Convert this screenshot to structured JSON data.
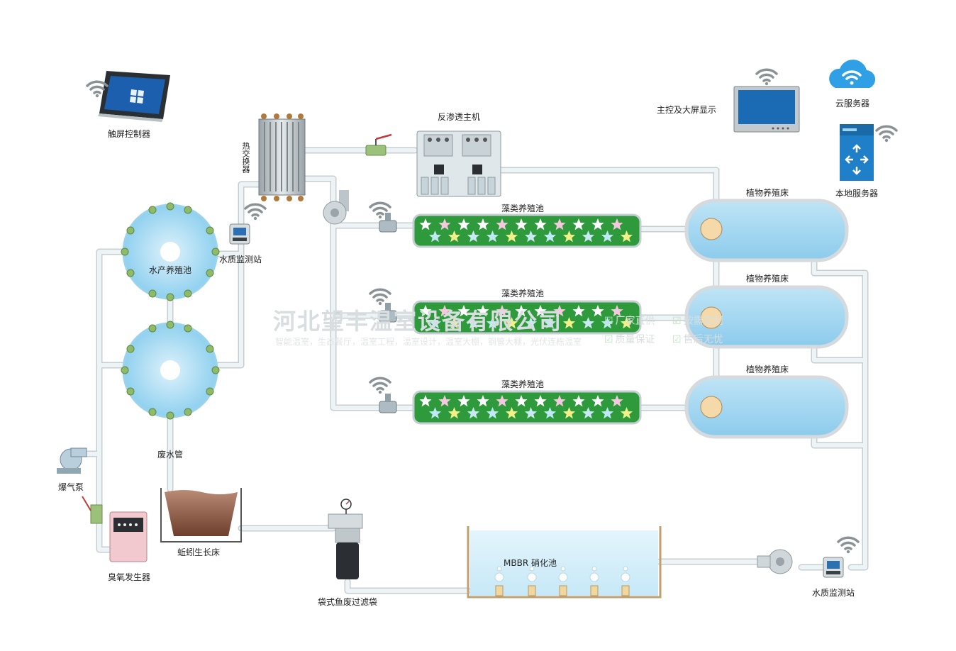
{
  "labels": {
    "touch_controller": "触屏控制器",
    "heat_exchanger": "热交换器",
    "ro_host": "反渗透主机",
    "main_display": "主控及大屏显示",
    "cloud_server": "云服务器",
    "local_server": "本地服务器",
    "aquaculture_pool": "水产养殖池",
    "water_station_left": "水质监测站",
    "algae_pool_1": "藻类养殖池",
    "algae_pool_2": "藻类养殖池",
    "algae_pool_3": "藻类养殖池",
    "plant_bed_1": "植物养殖床",
    "plant_bed_2": "植物养殖床",
    "plant_bed_3": "植物养殖床",
    "waste_pipe": "废水管",
    "aeration_pump": "爆气泵",
    "ozone_generator": "臭氧发生器",
    "earthworm_bed": "蚯蚓生长床",
    "bag_filter": "袋式鱼废过滤袋",
    "mbbr_pool": "MBBR 硝化池",
    "water_station_right": "水质监测站"
  },
  "watermark": {
    "title": "河北望丰温室设备有限公司",
    "subtitle": "智能温室，生态餐厅，温室工程，温室设计，温室大棚，钢管大棚，光伏连栋温室",
    "tags": [
      "厂家直供",
      "按需定制",
      "质量保证",
      "售后无忧"
    ]
  },
  "icons": [
    "wifi-icon",
    "cloud-wifi-icon",
    "server-icon",
    "tablet-icon",
    "monitor-icon",
    "valve-icon",
    "pump-icon",
    "pressure-gauge-icon"
  ],
  "colors": {
    "pipe": "#e6ecef",
    "pipe_edge": "#c5ced3",
    "water": "#a9d8f2",
    "algae_green": "#2e9a3c",
    "cloud": "#2fa0e6",
    "server": "#1f7fc8",
    "soil": "#8a5a44"
  }
}
